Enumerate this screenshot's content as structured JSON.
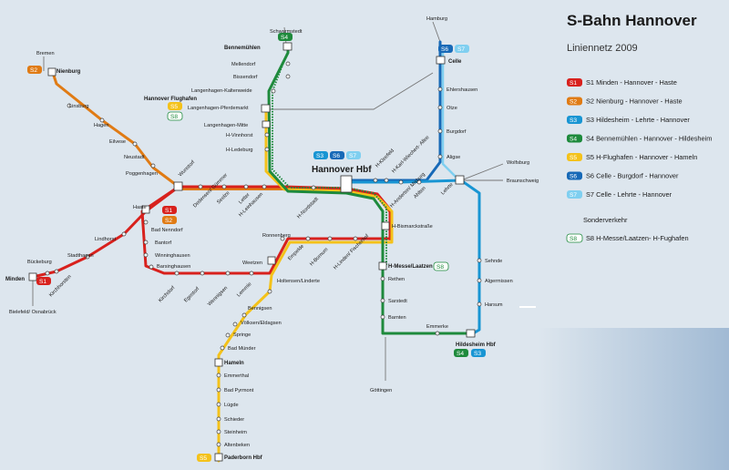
{
  "title": "S-Bahn Hannover",
  "subtitle": "Liniennetz 2009",
  "colors": {
    "S1": "#d8211d",
    "S2": "#e07b14",
    "S3": "#1895d3",
    "S4": "#1e8a3c",
    "S5": "#f4c21a",
    "S6": "#1769b7",
    "S7": "#7fcff0",
    "S8": "#1e8a3c"
  },
  "legend": [
    {
      "line": "S1",
      "text": "S1 Minden - Hannover - Haste",
      "badge": "S1"
    },
    {
      "line": "S2",
      "text": "S2 Nienburg - Hannover - Haste",
      "badge": "S2"
    },
    {
      "line": "S3",
      "text": "S3 Hildesheim - Lehrte - Hannover",
      "badge": "S3"
    },
    {
      "line": "S4",
      "text": "S4 Bennemühlen - Hannover - Hildesheim",
      "badge": "S4"
    },
    {
      "line": "S5",
      "text": "S5 H-Flughafen - Hannover - Hameln",
      "badge": "S5"
    },
    {
      "line": "S6",
      "text": "S6 Celle - Burgdorf - Hannover",
      "badge": "S6"
    },
    {
      "line": "S7",
      "text": "S7 Celle - Lehrte - Hannover",
      "badge": "S7"
    }
  ],
  "legend_special_heading": "Sonderverkehr",
  "legend_special": {
    "line": "S8",
    "text": "S8 H-Messe/Laatzen- H-Fughafen",
    "badge": "S8"
  },
  "hub_label": "Hannover Hbf",
  "stations": {
    "schwarmstedt": "Schwarmstedt",
    "bennemuehlen": "Bennemühlen",
    "mellendorf": "Mellendorf",
    "bissendorf": "Bissendorf",
    "kaltenweide": "Langenhagen-Kaltenweide",
    "flughafen": "Hannover Flughafen",
    "pferdemarkt": "Langenhagen-Pferdemarkt",
    "lhmitte": "Langenhagen-Mitte",
    "vinnhorst": "H-Vinnhorst",
    "ledeburg": "H-Ledeburg",
    "bremen": "Bremen",
    "nienburg": "Nienburg",
    "linsburg": "Linsburg",
    "hagen": "Hagen",
    "eilvese": "Eilvese",
    "neustadt": "Neustadt",
    "poggenhagen": "Poggenhagen",
    "wunstorf": "Wunstorf",
    "dedensen": "Dedensen/ Gümmer",
    "seelze": "Seelze",
    "letter": "Letter",
    "leinhausen": "H-Leinhausen",
    "nordstadt": "H-Nordstadt",
    "haste": "Haste",
    "badnenndorf": "Bad Nenndorf",
    "bantorf": "Bantorf",
    "winninghausen": "Winninghausen",
    "barsinghausen": "Barsinghausen",
    "kirchdorf": "Kirchdorf",
    "egestorf": "Egestorf",
    "wennigsen": "Wennigsen",
    "lemmie": "Lemmie",
    "weetzen": "Weetzen",
    "ronnenberg": "Ronnenberg",
    "empelde": "Empelde",
    "bornum": "H-Bornum",
    "linden": "H-Linden/ Fischerhof",
    "holtensen": "Holtensen/Linderte",
    "bennigsen": "Bennigsen",
    "voelksen": "Völksen/Eldagsen",
    "springe": "Springe",
    "badmuender": "Bad Münder",
    "hameln": "Hameln",
    "emmerthal": "Emmerthal",
    "badpyrmont": "Bad Pyrmont",
    "luegde": "Lügde",
    "schieder": "Schieder",
    "steinheim": "Steinheim",
    "altenbeken": "Altenbeken",
    "paderborn": "Paderborn Hbf",
    "lindhorst": "Lindhorst",
    "stadthagen": "Stadthagen",
    "bueckeburg": "Bückeburg",
    "kirchhorsten": "Kirchhorsten",
    "minden": "Minden",
    "bielefeld": "Bielefeld/ Osnabrück",
    "hamburg": "Hamburg",
    "celle": "Celle",
    "ehlershausen": "Ehlershausen",
    "otze": "Otze",
    "burgdorf": "Burgdorf",
    "aligse": "Aligse",
    "lehrte": "Lehrte",
    "wolfsburg": "Wolfsburg",
    "braunschweig": "Braunschweig",
    "karlwiechert": "H-Karl-Wiechert- Allee",
    "kleefeld": "H-Kleefeld",
    "anderten": "H-Anderten/ Misburg",
    "ahlten": "Ahlten",
    "bismarck": "H-Bismarckstraße",
    "messe": "H-Messe/Laatzen",
    "rethen": "Rethen",
    "sarstedt": "Sarstedt",
    "barnten": "Barnten",
    "emmerke": "Emmerke",
    "hildesheim": "Hildesheim Hbf",
    "sehnde": "Sehnde",
    "algermissen": "Algermissen",
    "harsum": "Harsum",
    "goettingen": "Göttingen"
  },
  "badges": {
    "S1": "S1",
    "S2": "S2",
    "S3": "S3",
    "S4": "S4",
    "S5": "S5",
    "S6": "S6",
    "S7": "S7",
    "S8": "S8"
  }
}
